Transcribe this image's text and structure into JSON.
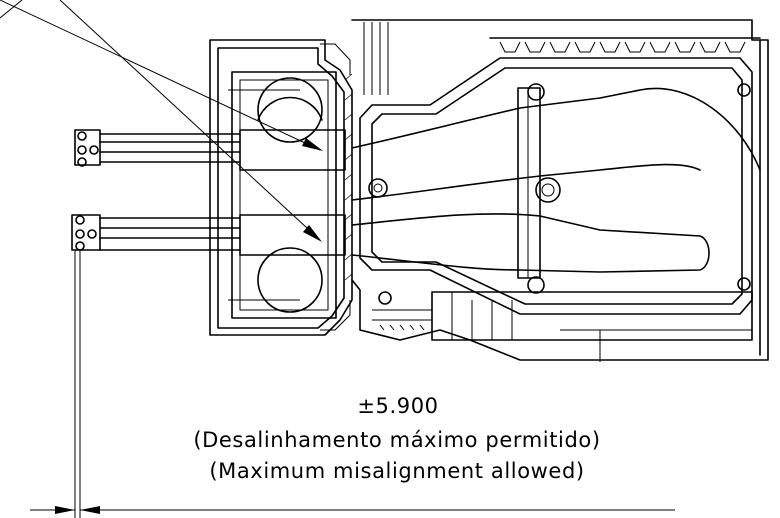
{
  "dimension": {
    "value": "±5.900",
    "label_pt": "(Desalinhamento máximo permitido)",
    "label_en": "(Maximum misalignment allowed)"
  }
}
